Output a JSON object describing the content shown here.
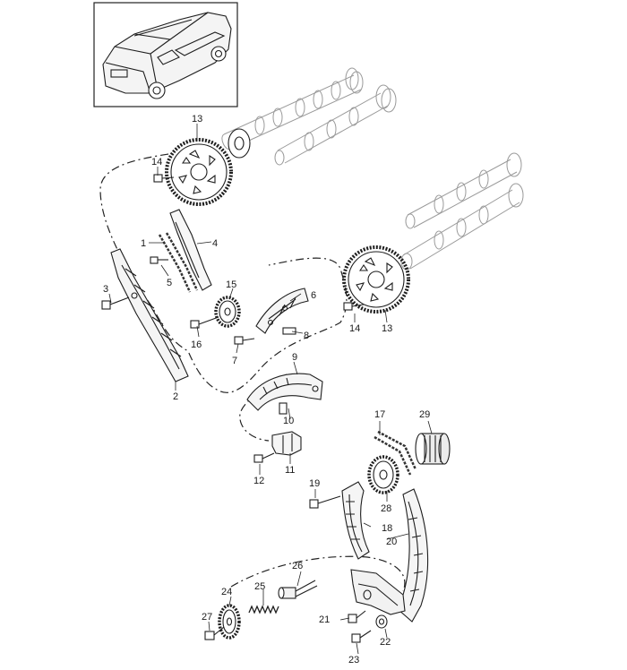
{
  "parts": {
    "p1": "1",
    "p2": "2",
    "p3": "3",
    "p4": "4",
    "p5": "5",
    "p6": "6",
    "p7": "7",
    "p8": "8",
    "p9": "9",
    "p10": "10",
    "p11": "11",
    "p12": "12",
    "p13a": "13",
    "p13b": "13",
    "p14a": "14",
    "p14b": "14",
    "p15": "15",
    "p16": "16",
    "p17": "17",
    "p18": "18",
    "p19": "19",
    "p20": "20",
    "p21": "21",
    "p22": "22",
    "p23": "23",
    "p24": "24",
    "p25": "25",
    "p26": "26",
    "p27": "27",
    "p28": "28",
    "p29": "29"
  }
}
